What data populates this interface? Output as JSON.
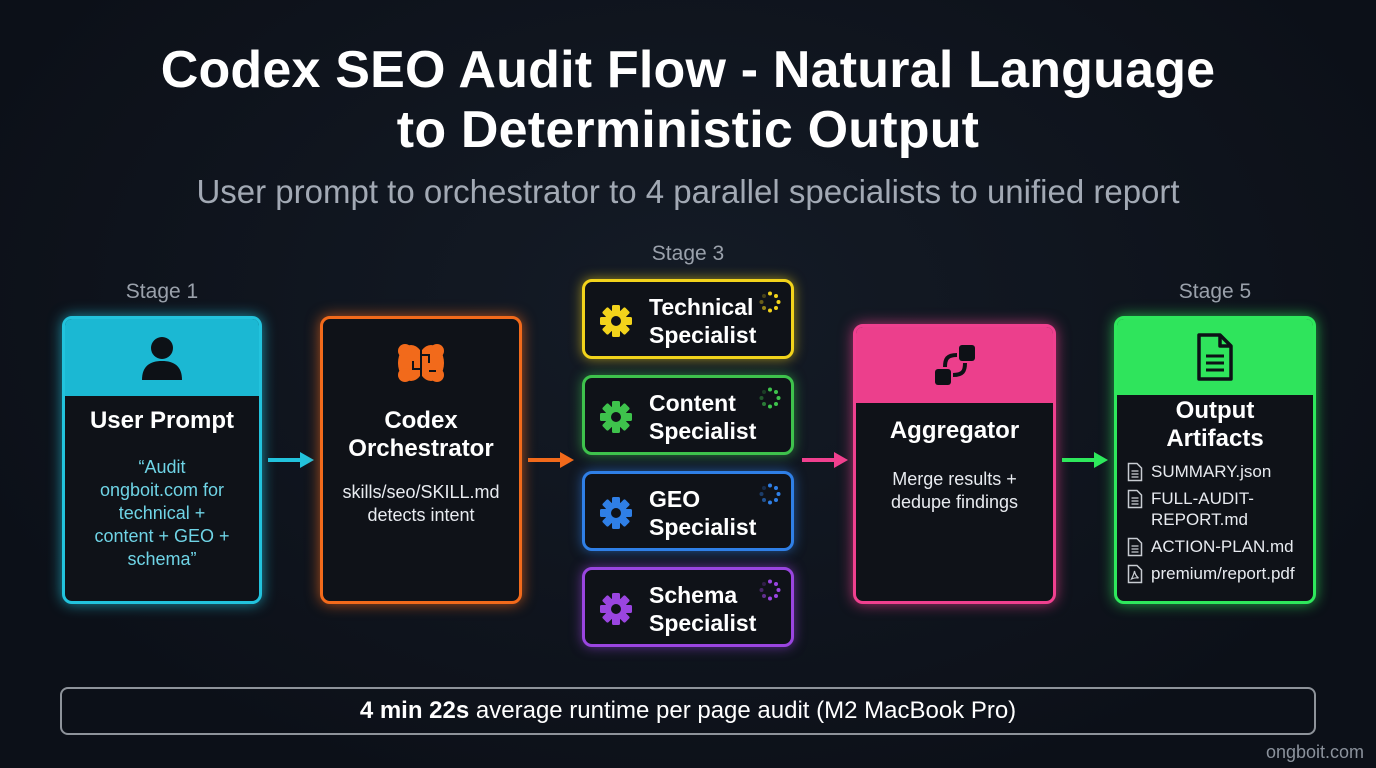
{
  "title_line1": "Codex SEO Audit Flow - Natural Language",
  "title_line2": "to Deterministic Output",
  "subtitle": "User prompt to orchestrator to 4 parallel specialists to unified report",
  "stages": {
    "stage1": "Stage 1",
    "stage3": "Stage 3",
    "stage5": "Stage 5"
  },
  "user_prompt": {
    "title": "User Prompt",
    "body_lines": [
      "“Audit",
      "ongboit.com for",
      "technical +",
      "content + GEO +",
      "schema”"
    ],
    "icon": "user-icon",
    "color": "#22c3dd"
  },
  "orchestrator": {
    "title_lines": [
      "Codex",
      "Orchestrator"
    ],
    "body_lines": [
      "skills/seo/SKILL.md",
      "detects intent"
    ],
    "icon": "brain-icon",
    "color": "#f26a1b"
  },
  "specialists": [
    {
      "name_lines": [
        "Technical",
        "Specialist"
      ],
      "color": "#f2d31b",
      "icon": "gear-icon"
    },
    {
      "name_lines": [
        "Content",
        "Specialist"
      ],
      "color": "#3ec24c",
      "icon": "gear-icon"
    },
    {
      "name_lines": [
        "GEO",
        "Specialist"
      ],
      "color": "#2f7fe6",
      "icon": "gear-icon"
    },
    {
      "name_lines": [
        "Schema",
        "Specialist"
      ],
      "color": "#9a45e0",
      "icon": "gear-icon"
    }
  ],
  "aggregator": {
    "title": "Aggregator",
    "body_lines": [
      "Merge results +",
      "dedupe findings"
    ],
    "icon": "merge-icon",
    "color": "#f0408f"
  },
  "output": {
    "title_lines": [
      "Output",
      "Artifacts"
    ],
    "icon": "document-icon",
    "color": "#2ee85c",
    "files": [
      {
        "lines": [
          "SUMMARY.json"
        ],
        "icon": "file-icon"
      },
      {
        "lines": [
          "FULL-AUDIT-",
          "REPORT.md"
        ],
        "icon": "file-icon"
      },
      {
        "lines": [
          "ACTION-PLAN.md"
        ],
        "icon": "file-icon"
      },
      {
        "lines": [
          "premium/report.pdf"
        ],
        "icon": "pdf-icon"
      }
    ]
  },
  "footer": {
    "bold": "4 min 22s",
    "rest": " average runtime per page audit (M2 MacBook Pro)"
  },
  "brand": "ongboit.com"
}
